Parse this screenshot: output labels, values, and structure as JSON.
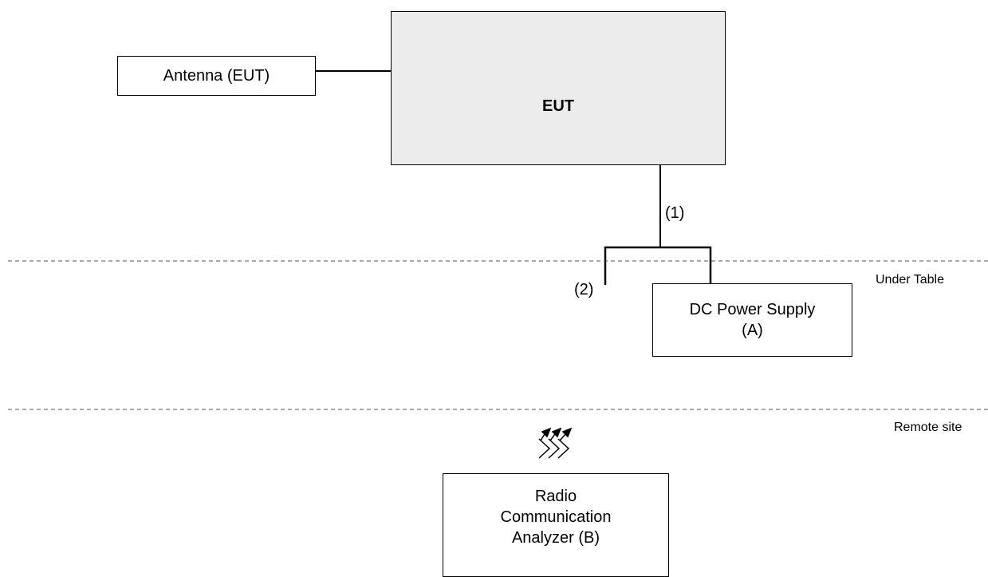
{
  "diagram": {
    "antenna": "Antenna (EUT)",
    "eut": "EUT",
    "cable_1": "(1)",
    "cable_2": "(2)",
    "power_supply": "DC Power Supply\n(A)",
    "analyzer": "Radio\nCommunication\nAnalyzer (B)",
    "zone_under_table": "Under Table",
    "zone_remote_site": "Remote site"
  }
}
